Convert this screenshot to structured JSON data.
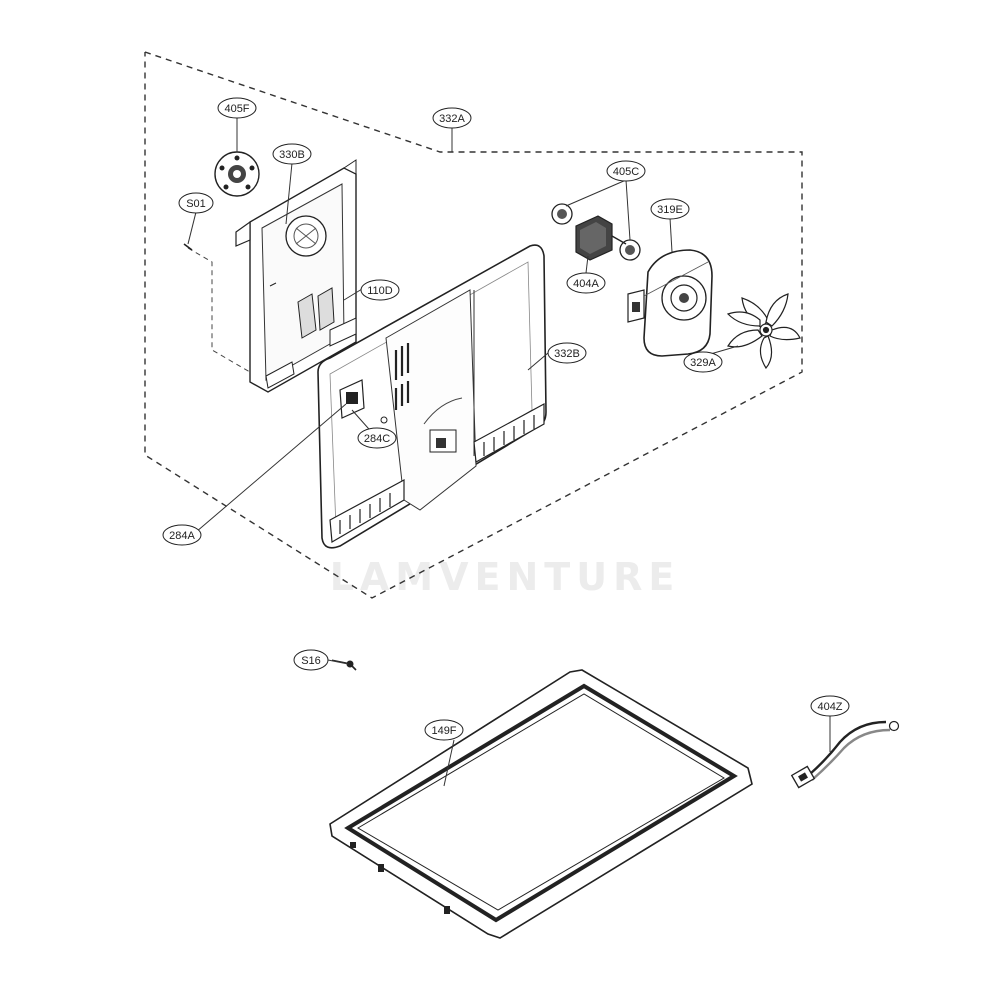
{
  "diagram": {
    "part_labels": {
      "405F": "405F",
      "330B": "330B",
      "S01": "S01",
      "332A": "332A",
      "405C": "405C",
      "319E": "319E",
      "404A": "404A",
      "110D": "110D",
      "332B": "332B",
      "329A": "329A",
      "284C": "284C",
      "284A": "284A",
      "S16": "S16",
      "404Z": "404Z",
      "149F": "149F"
    },
    "watermark": "LAMVENTURE"
  }
}
